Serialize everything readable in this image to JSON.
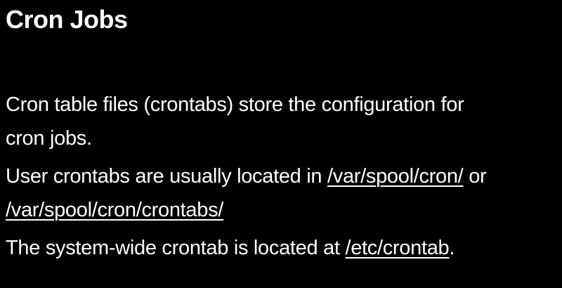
{
  "slide": {
    "title": "Cron Jobs",
    "paragraphs": [
      {
        "line1": "Cron table files (crontabs) store the configuration for",
        "line2": "cron jobs."
      },
      {
        "lead": "User crontabs are usually located in ",
        "path1": "/var/spool/cron/",
        "mid": " or",
        "path2": "/var/spool/cron/crontabs/"
      },
      {
        "lead": "The system-wide crontab is located at ",
        "path": "/etc/crontab",
        "tail": "."
      }
    ]
  }
}
